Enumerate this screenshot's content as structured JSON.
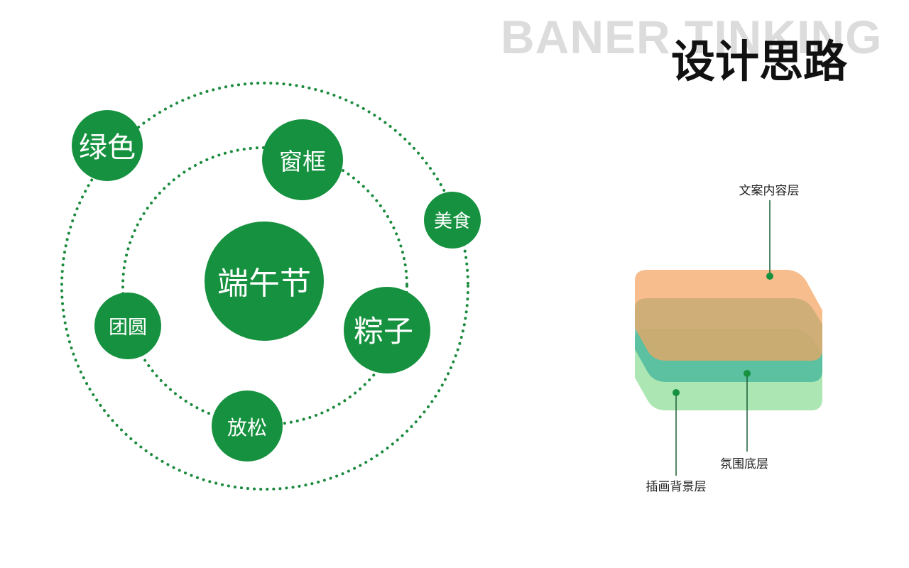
{
  "header": {
    "background_text": "BANER TINKING",
    "title": "设计思路"
  },
  "concept_map": {
    "center": "端午节",
    "inner_nodes": [
      "窗框",
      "粽子",
      "放松",
      "团圆"
    ],
    "outer_nodes": [
      "绿色",
      "美食"
    ]
  },
  "layers": {
    "top_label": "文案内容层",
    "middle_label": "氛围底层",
    "bottom_label": "插画背景层"
  },
  "colors": {
    "node_green": "#16913f",
    "dot_green": "#1a8a3c",
    "layer_orange": "#f4a460",
    "layer_teal": "#3bb39a",
    "layer_light_green": "#90dd9a"
  }
}
